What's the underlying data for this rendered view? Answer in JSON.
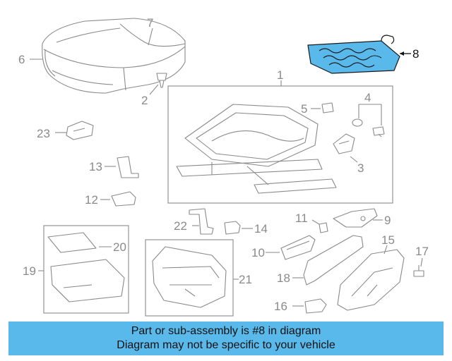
{
  "highlight_color": "#5ab9eb",
  "callouts": {
    "c1": "1",
    "c2": "2",
    "c3": "3",
    "c4": "4",
    "c5": "5",
    "c6": "6",
    "c7": "7",
    "c8": "8",
    "c9": "9",
    "c10": "10",
    "c11": "11",
    "c12": "12",
    "c13": "13",
    "c14": "14",
    "c15": "15",
    "c16": "16",
    "c17": "17",
    "c18": "18",
    "c19": "19",
    "c20": "20",
    "c21": "21",
    "c22": "22",
    "c23": "23"
  },
  "banner": {
    "line1": "Part or sub-assembly is #8 in diagram",
    "line2": "Diagram may not be specific to your vehicle"
  }
}
